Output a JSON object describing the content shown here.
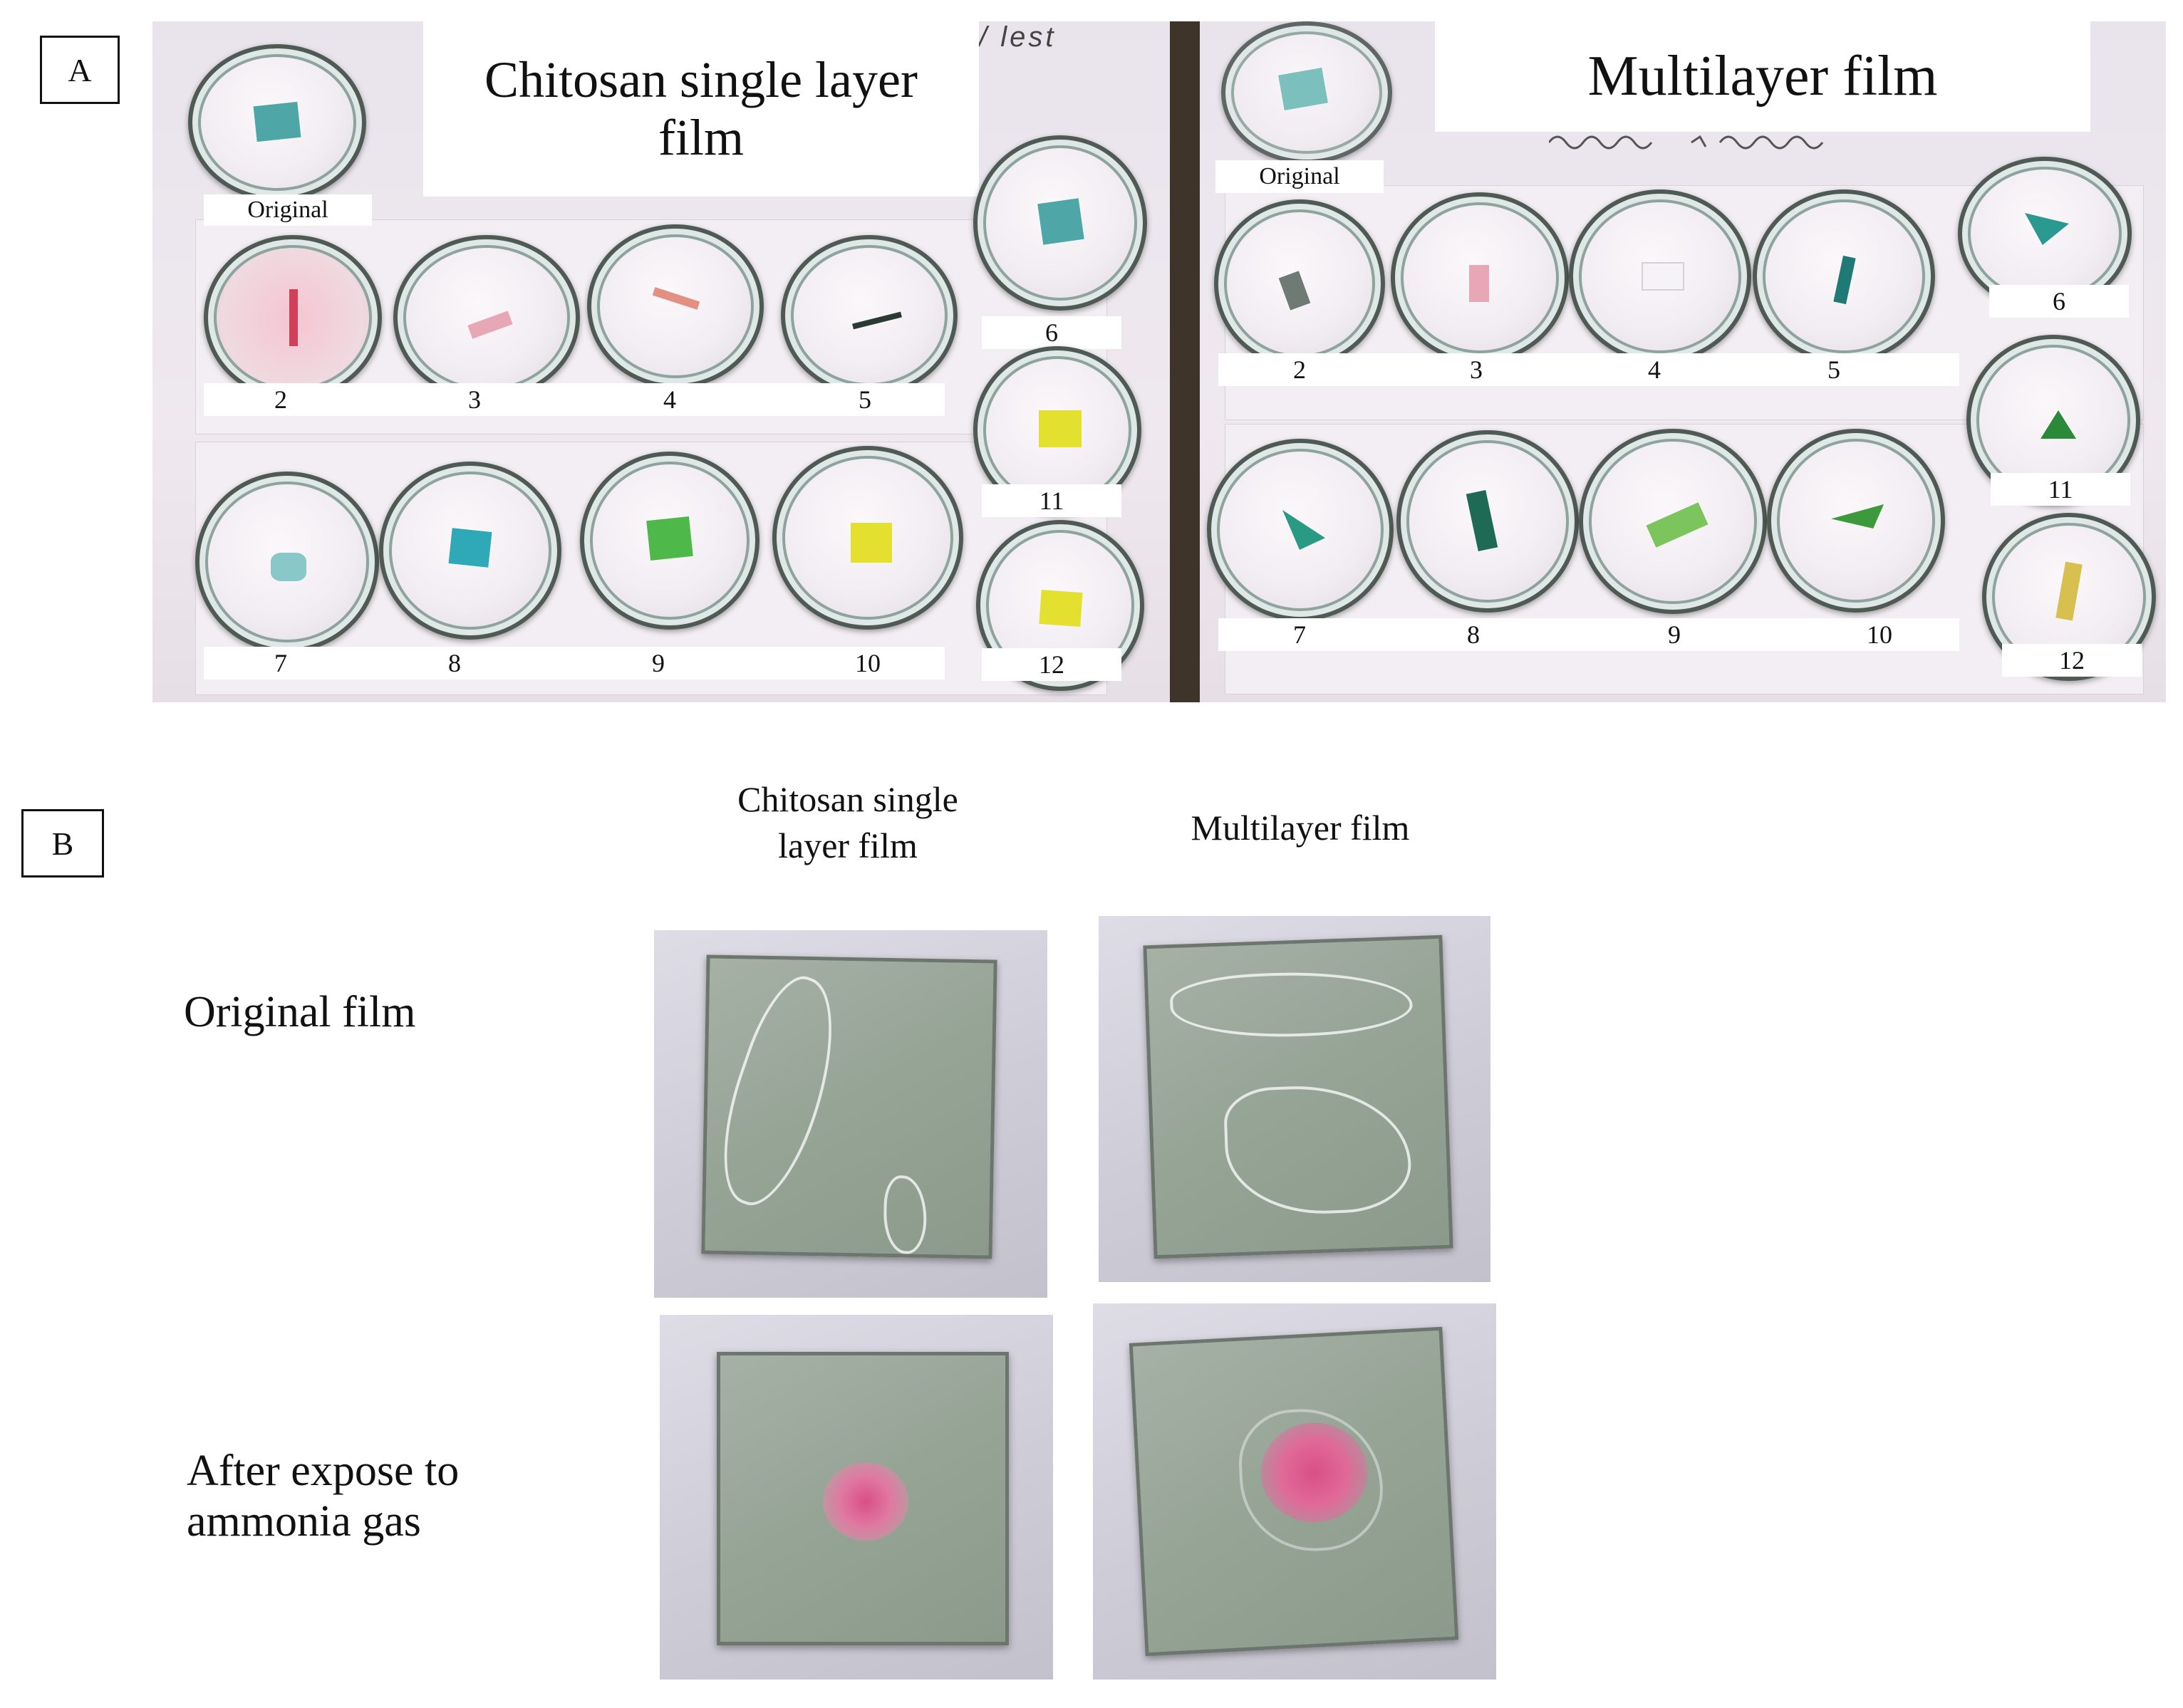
{
  "panel_a": {
    "letter": "A",
    "left_title": "Chitosan single layer film",
    "right_title": "Multilayer film",
    "scribble": "/ lest",
    "left_original_label": "Original",
    "right_original_label": "Original",
    "left_labels": [
      "2",
      "3",
      "4",
      "5",
      "6",
      "11",
      "7",
      "8",
      "9",
      "10",
      "12"
    ],
    "right_labels": [
      "2",
      "3",
      "4",
      "5",
      "6",
      "11",
      "7",
      "8",
      "9",
      "10",
      "12"
    ]
  },
  "panel_b": {
    "letter": "B",
    "col_headers": [
      "Chitosan single layer film",
      "Multilayer film"
    ],
    "row_headers": [
      "Original film",
      "After expose to ammonia gas"
    ]
  },
  "colors": {
    "teal": "#4fa6a6",
    "red": "#d0405a",
    "pink": "#e8a7b6",
    "dark": "#2a3a33",
    "green": "#4fb84a",
    "yellow": "#e4e030",
    "ammonia_spot": "#d94f86"
  }
}
